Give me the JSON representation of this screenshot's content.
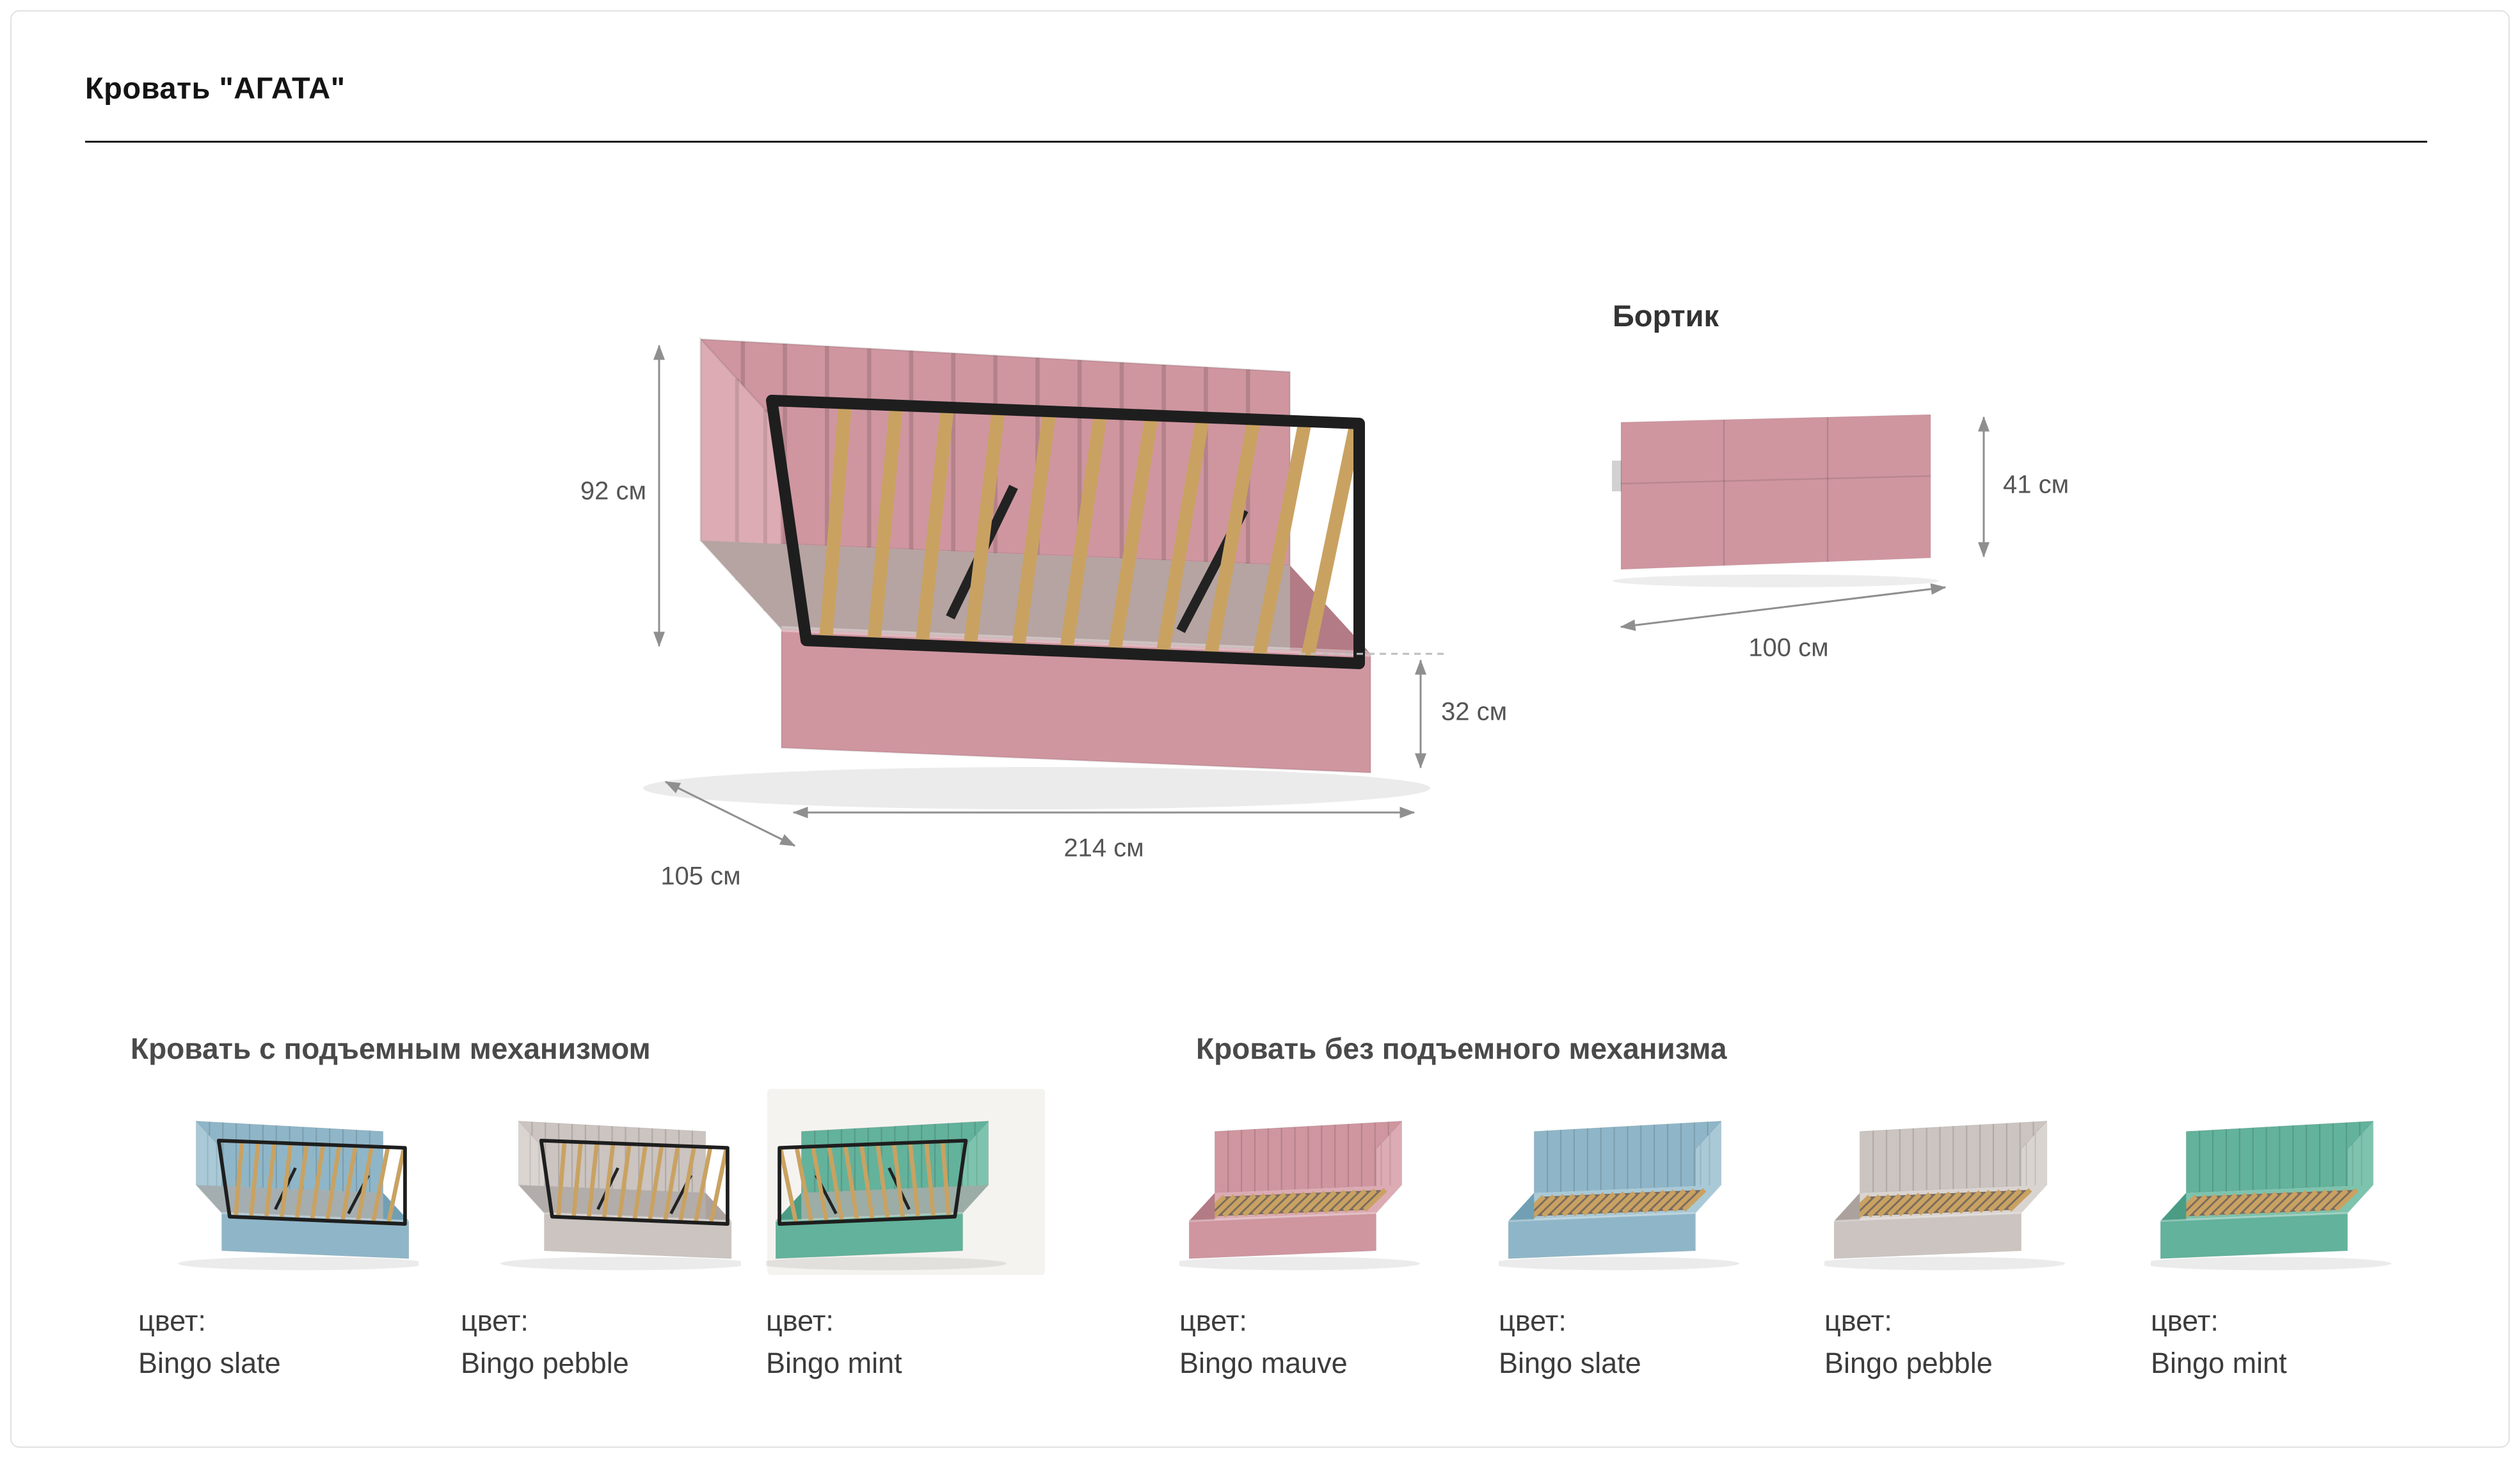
{
  "title": "Кровать \"АГАТА\"",
  "diagram": {
    "palette": "mauve",
    "labels": {
      "total_height": "92 см",
      "base_height": "32 см",
      "length": "214 см",
      "depth": "105 см"
    }
  },
  "bortik": {
    "title": "Бортик",
    "palette": "mauve",
    "height_label": "41 см",
    "width_label": "100 см"
  },
  "sections": [
    {
      "title": "Кровать с подъемным механизмом",
      "variants": [
        {
          "label": "цвет:",
          "name": "Bingo slate",
          "palette": "slate",
          "mech": "open",
          "mirror": false,
          "bg": ""
        },
        {
          "label": "цвет:",
          "name": "Bingo pebble",
          "palette": "pebble",
          "mech": "open",
          "mirror": false,
          "bg": ""
        },
        {
          "label": "цвет:",
          "name": "Bingo mint",
          "palette": "mint",
          "mech": "open",
          "mirror": true,
          "bg": "#f5f3f0"
        }
      ]
    },
    {
      "title": "Кровать без подъемного механизма",
      "variants": [
        {
          "label": "цвет:",
          "name": "Bingo mauve",
          "palette": "mauve",
          "mech": "closed",
          "mirror": true,
          "bg": ""
        },
        {
          "label": "цвет:",
          "name": "Bingo slate",
          "palette": "slate",
          "mech": "closed",
          "mirror": true,
          "bg": ""
        },
        {
          "label": "цвет:",
          "name": "Bingo pebble",
          "palette": "pebble",
          "mech": "closed",
          "mirror": true,
          "bg": ""
        },
        {
          "label": "цвет:",
          "name": "Bingo mint",
          "palette": "mint",
          "mech": "closed",
          "mirror": true,
          "bg": ""
        }
      ]
    }
  ],
  "palettes": {
    "mauve": {
      "base": "#cf96a0",
      "dark": "#b37b85",
      "light": "#dcabb3",
      "interior": "#b5a4a2",
      "slat": "#c9a262"
    },
    "slate": {
      "base": "#8fb6c8",
      "dark": "#71a0b4",
      "light": "#a9c9d7",
      "interior": "#a4aeb1",
      "slat": "#c9a262"
    },
    "pebble": {
      "base": "#cbc4c0",
      "dark": "#aca29d",
      "light": "#dad4d1",
      "interior": "#b2adaa",
      "slat": "#c9a262"
    },
    "mint": {
      "base": "#63b29b",
      "dark": "#4a9c85",
      "light": "#7dc3ae",
      "interior": "#9bada6",
      "slat": "#c9a262"
    }
  },
  "colors": {
    "arrow": "#8f8f8f",
    "dim_text": "#555555",
    "frame": "#1e1e1e",
    "slat_bed": "#7b6b5e"
  }
}
